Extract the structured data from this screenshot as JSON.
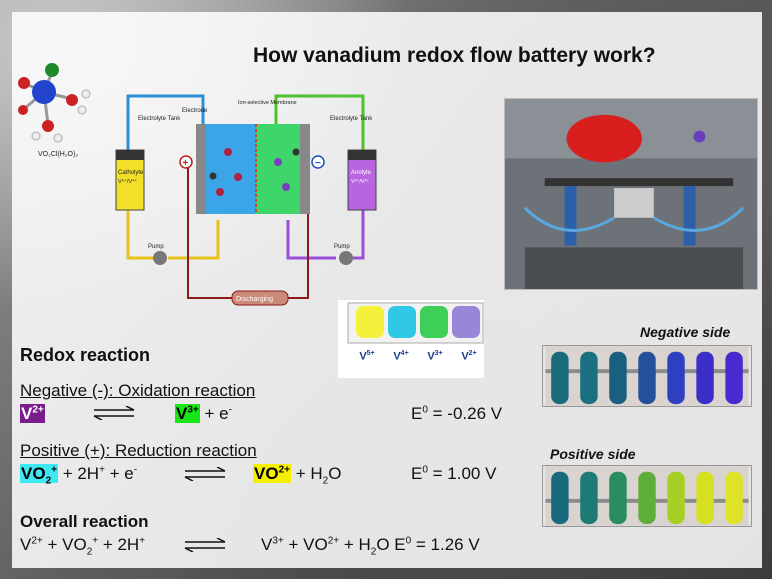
{
  "title": "How vanadium redox flow battery work?",
  "diagram": {
    "molecule_label": "VO₂Cl(H₂O)₂",
    "electrolyte_tank_left": "Electrolyte Tank",
    "electrolyte_tank_right": "Electrolyte Tank",
    "electrode": "Electrode",
    "membrane": "Ion-selective Membrane",
    "catholyte": "Catholyte",
    "catholyte_ions": "V⁵⁺/V⁴⁺",
    "anolyte": "Anolyte",
    "anolyte_ions": "V³⁺/V²⁺",
    "pump_left": "Pump",
    "pump_right": "Pump",
    "discharging": "Discharging"
  },
  "vials": {
    "labels": [
      "V",
      "V",
      "V",
      "V"
    ],
    "sups": [
      "5+",
      "4+",
      "3+",
      "2+"
    ],
    "colors": [
      "#f5f03c",
      "#2fc9e6",
      "#3ecf58",
      "#9a86d8"
    ]
  },
  "redox": {
    "heading": "Redox reaction",
    "negative_title": "Negative (-): Oxidation reaction",
    "neg_reactant": "V",
    "neg_reactant_sup": "2+",
    "neg_product": "V",
    "neg_product_sup": "3+",
    "neg_rest": "+ e",
    "neg_rest_sup": "-",
    "neg_e0": "E",
    "neg_e0_sup": "0",
    "neg_e0_val": " = -0.26 V",
    "positive_title": "Positive (+): Reduction reaction",
    "pos_reactant": "VO",
    "pos_reactant_sub": "2",
    "pos_reactant_sup": "+",
    "pos_mid": "+ 2H",
    "pos_mid_sup": "+",
    "pos_mid2": " + e",
    "pos_mid2_sup": "-",
    "pos_product": "VO",
    "pos_product_sup": "2+",
    "pos_water": "+ H",
    "pos_water_sub": "2",
    "pos_water_end": "O",
    "pos_e0": "E",
    "pos_e0_sup": "0",
    "pos_e0_val": " = 1.00 V",
    "overall_title": "Overall reaction",
    "ov_left_a": "V",
    "ov_left_a_sup": "2+",
    "ov_left_b": " + VO",
    "ov_left_b_sub": "2",
    "ov_left_b_sup": "+",
    "ov_left_c": " + 2H",
    "ov_left_c_sup": "+",
    "ov_right_a": "V",
    "ov_right_a_sup": "3+",
    "ov_right_b": " + VO",
    "ov_right_b_sup": "2+",
    "ov_right_c": " + H",
    "ov_right_c_sub": "2",
    "ov_right_d": "O E",
    "ov_right_d_sup": "0",
    "ov_right_e": " = 1.26 V"
  },
  "photos": {
    "negative_side": "Negative side",
    "positive_side": "Positive side",
    "negative_tubes": [
      "#1a6b7c",
      "#1a6f80",
      "#1a5f80",
      "#25509a",
      "#2e40c0",
      "#3b2fc8",
      "#4a2ad0"
    ],
    "positive_tubes": [
      "#1a6a7e",
      "#1e7a74",
      "#2a8d62",
      "#5fae3c",
      "#a8cf24",
      "#d6e020",
      "#dde428"
    ]
  }
}
